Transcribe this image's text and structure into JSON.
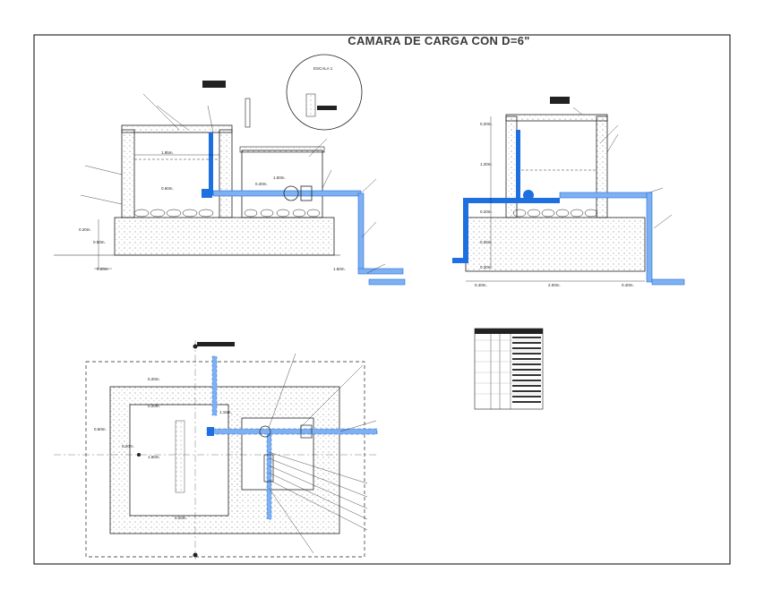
{
  "title": "CAMARA DE CARGA CON D=6\"",
  "colors": {
    "border": "#000000",
    "pipe": "#1e6fe0",
    "pipe_light": "#7fb0f0",
    "concrete_fill": "#ffffff",
    "line": "#222222"
  },
  "labels": {
    "section_a": {
      "escala": "ESCALA 1",
      "d1": "1.85m.",
      "d2": "0.60m.",
      "d3": "1.50m.",
      "d4": "0.20m.",
      "d5": "0.50m.",
      "d6": "0.20m.",
      "d7": "0.40m.",
      "d8": "1.60m."
    },
    "section_b": {
      "d1": "0.20m.",
      "d2": "1.20m.",
      "d3": "0.20m.",
      "d4": "0.25m.",
      "d5": "0.30m.",
      "d6": "0.40m.",
      "d7": "2.00m.",
      "d8": "0.40m."
    },
    "plan": {
      "d1": "0.20m.",
      "d2": "0.50m.",
      "d3": "0.20m.",
      "d4": "1.60m.",
      "d5": "0.20m.",
      "d6": "1.15m.",
      "d7": "0.20m."
    }
  }
}
